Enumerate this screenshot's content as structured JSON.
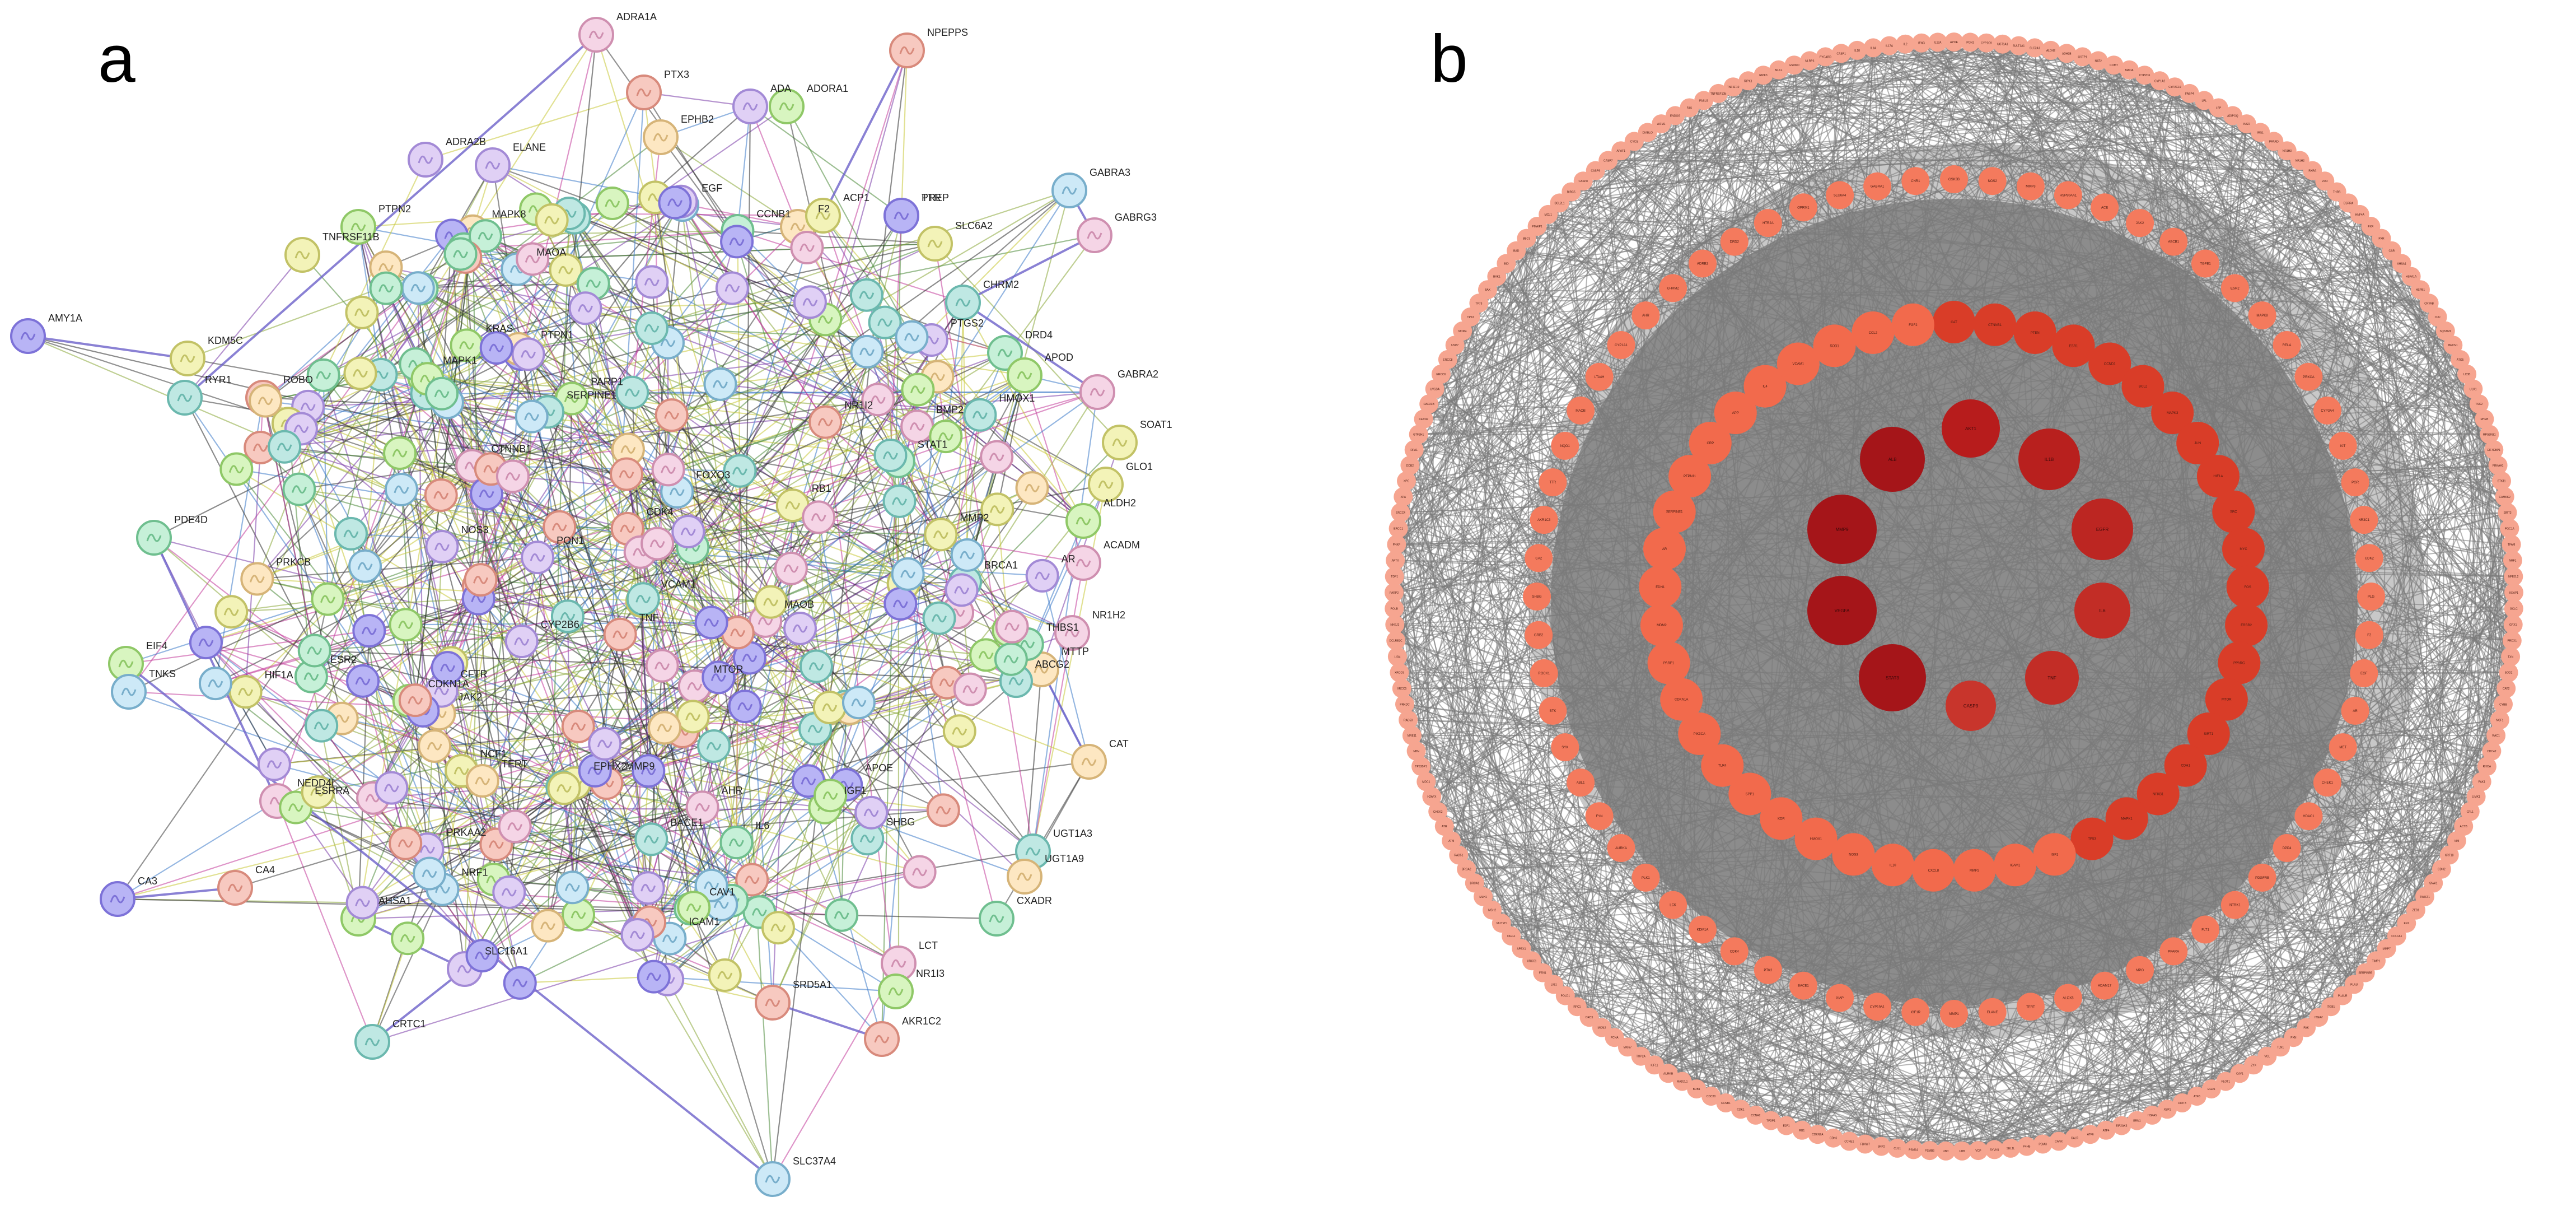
{
  "panels": {
    "a": {
      "label": "a",
      "named_nodes": [
        "AMY1A",
        "ADRA1A",
        "NPEPPS",
        "PTX3",
        "ADA",
        "ADORA1",
        "EPHB2",
        "ADRA2B",
        "ELANE",
        "PTPN2",
        "KDM5C",
        "TNFRSF11B",
        "RYR1",
        "ROBO",
        "F2",
        "PREP",
        "ACP1",
        "TTR",
        "SLC6A2",
        "GABRA3",
        "GABRG3",
        "CHRM2",
        "DRD4",
        "APOD",
        "GABRA2",
        "SOAT1",
        "GLO1",
        "ALDH2",
        "ACADM",
        "NR1H2",
        "MTTP",
        "CAT",
        "UGT1A3",
        "UGT1A9",
        "CXADR",
        "AKR1C2",
        "SLC37A4",
        "SRD5A1",
        "LCT",
        "NR1I3",
        "SLC16A1",
        "CRTC1",
        "CA3",
        "CA4",
        "AHSA1",
        "EIF4",
        "TNKS",
        "PDE4D",
        "NEDD4L",
        "PTPN1",
        "NCF1",
        "STAT1",
        "JAK2",
        "CDKN1A",
        "CTNNB1",
        "HIF1A",
        "MAPK1",
        "MAPK8",
        "PARP1",
        "TERT",
        "CCNB1",
        "FOXO3",
        "MTOR",
        "CAV1",
        "ESR2",
        "HMOX1",
        "PTGS2",
        "TNF",
        "VCAM1",
        "ICAM1",
        "SERPINE1",
        "BACE1",
        "APOE",
        "BMP2",
        "THBS1",
        "MMP2",
        "MMP9",
        "PON1",
        "MAOA",
        "MAOB",
        "SHBG",
        "ABCG2",
        "AR",
        "CFTR",
        "NR1I2",
        "ESRRA",
        "PRKAA2",
        "NRF1",
        "AHR",
        "BRCA1",
        "RB1",
        "IGF1",
        "EGF",
        "IL6",
        "KRAS",
        "PRKCB",
        "CDK4",
        "NOS3",
        "EPHX2",
        "CYP2B6"
      ]
    },
    "b": {
      "label": "b",
      "ring_labels": {
        "core": [
          "AKT1",
          "ALB",
          "IL1B",
          "MMP9",
          "EGFR",
          "VEGFA",
          "IL6",
          "STAT3",
          "TNF",
          "CASP3",
          "PTGS2"
        ],
        "second": [
          "CAT",
          "CTNNB1",
          "PTEN",
          "ESR1",
          "CCND1",
          "BCL2",
          "MAPK3",
          "JUN",
          "HIF1A",
          "SRC",
          "MYC",
          "FOS",
          "ERBB2",
          "PPARG",
          "MTOR",
          "SIRT1",
          "CDH1",
          "NFKB1",
          "MAPK1",
          "TP53",
          "IGF1",
          "ICAM1",
          "MMP2",
          "CXCL8",
          "IL10",
          "NOS3",
          "HMOX1",
          "KDR",
          "SPP1",
          "TLR4",
          "PIK3CA",
          "CDKN1A",
          "PARP1",
          "MDM2",
          "EDN1",
          "AR",
          "SERPINE1",
          "PTPN11",
          "CRP",
          "APP",
          "IL4",
          "VCAM1",
          "SOD1",
          "CCL2",
          "FGF2"
        ],
        "third": [
          "GSK3B",
          "NOS2",
          "MMP3",
          "HSP90AA1",
          "ACE",
          "JAK2",
          "ABCB1",
          "TGFB1",
          "ESR2",
          "MAPK8",
          "RELA",
          "PRKCA",
          "CYP3A4",
          "KIT",
          "PGR",
          "NR3C1",
          "CDK2",
          "PLG",
          "F2",
          "EGF",
          "AR",
          "MET",
          "CHEK1",
          "HDAC1",
          "DPP4",
          "PDGFRB",
          "NTRK1",
          "FLT1",
          "PPARA",
          "MPO",
          "ADAM17",
          "ALOX5",
          "TERT",
          "ELANE",
          "MMP1",
          "IGF1R",
          "CYP19A1",
          "XIAP",
          "BACE1",
          "PTK2",
          "CDK4",
          "KDM1A",
          "LCK",
          "PLK1",
          "AURKA",
          "FYN",
          "ABL1",
          "SYK",
          "BTK",
          "ROCK1",
          "GRB2",
          "SHBG",
          "CA2",
          "AKR1C3",
          "TTR",
          "NQO1",
          "MAOB",
          "LTA4H",
          "CYP1A1",
          "AHR",
          "CHRM2",
          "ADRB2",
          "DRD2",
          "HTR2A",
          "OPRM1",
          "SLC6A4",
          "GABRA1",
          "CNR1"
        ],
        "outer": [
          "APOE",
          "PON1",
          "CYP2C9",
          "UGT1A1",
          "SULT1A1",
          "SLC2A1",
          "ALDH2",
          "ADH1B",
          "GSTP1",
          "NAT2",
          "COMT",
          "MAOA",
          "CYP2D6",
          "CYP1A2",
          "CYP2C19",
          "FABP4",
          "LPL",
          "LEP",
          "ADIPOQ",
          "INSR",
          "IRS1",
          "PPARD",
          "NR1H3",
          "NR1H2",
          "RXRA",
          "VDR",
          "THRB",
          "ESRRA",
          "HNF4A",
          "FXR",
          "PXR",
          "CAR",
          "AHSA1",
          "HSPA1A",
          "HSPB1",
          "CRYAB",
          "CLU",
          "SQSTM1",
          "BECN1",
          "ATG5",
          "LC3B",
          "ULK1",
          "TSC2",
          "RHEB",
          "RPS6KB1",
          "EIF4EBP1",
          "PRKAA1",
          "STK11",
          "CAMKK2",
          "SIRT3",
          "PGC1A",
          "TFAM",
          "NRF1",
          "NFE2L2",
          "KEAP1",
          "GCLC",
          "GPX1",
          "PRDX1",
          "TXN",
          "SOD2",
          "CAT2",
          "CYBB",
          "NCF1",
          "RAC1",
          "CDC42",
          "RHOA",
          "PAK1",
          "LIMK1",
          "CFL1",
          "ACTB",
          "VIM",
          "KRT18",
          "CDH2",
          "SNAI1",
          "TWIST1",
          "ZEB1",
          "FN1",
          "COL1A1",
          "MMP7",
          "TIMP1",
          "SERPINB5",
          "PLAU",
          "PLAUR",
          "ITGB1",
          "ITGAV",
          "FAK",
          "PXN",
          "TLN1",
          "VCL",
          "ZYX",
          "CAV1",
          "FLOT1",
          "EGR1",
          "ATF3",
          "DDIT3",
          "XBP1",
          "HSPA5",
          "ERN1",
          "EIF2AK3",
          "ATF4",
          "ATF6",
          "CALR",
          "CANX",
          "PDIA3",
          "P4HB",
          "SEL1L",
          "SYVN1",
          "VCP",
          "UBB",
          "UBC",
          "PSMB5",
          "PSMA1",
          "CUL1",
          "SKP2",
          "FBXW7",
          "CCNE1",
          "CDK6",
          "CDKN2A",
          "RB1",
          "E2F1",
          "TFDP1",
          "CCNA2",
          "CDK1",
          "CCNB1",
          "CDC20",
          "BUB1",
          "MAD2L1",
          "AURKB",
          "KIF11",
          "TOP2A",
          "MKI67",
          "PCNA",
          "MCM2",
          "ORC1",
          "RFC1",
          "POLD1",
          "LIG1",
          "FEN1",
          "XRCC1",
          "APEX1",
          "OGG1",
          "MUTYH",
          "MSH2",
          "MLH1",
          "BRCA1",
          "BRCA2",
          "RAD51",
          "ATM",
          "ATR",
          "CHEK2",
          "H2AFX",
          "MDC1",
          "TP53BP1",
          "NBN",
          "MRE11",
          "RAD50",
          "PRKDC",
          "XRCC5",
          "XRCC6",
          "LIG4",
          "DCLRE1C",
          "NHEJ1",
          "POLB",
          "PARP2",
          "TDP1",
          "APTX",
          "PNKP",
          "ERCC1",
          "ERCC4",
          "XPA",
          "XPC",
          "DDB2",
          "RPA1",
          "GTF2H1",
          "CETN2",
          "RAD23B",
          "UVSSA",
          "ERCC6",
          "ERCC8",
          "USP7",
          "MDM4",
          "TP63",
          "TP73",
          "BAX",
          "BAK1",
          "BID",
          "BAD",
          "BBC3",
          "PMAIP1",
          "MCL1",
          "BCL2L1",
          "BIRC5",
          "CASP8",
          "CASP9",
          "CASP7",
          "APAF1",
          "CYCS",
          "DIABLO",
          "AIFM1",
          "ENDOG",
          "FAS",
          "FASLG",
          "TNFRSF10B",
          "TNFSF10",
          "RIPK1",
          "RIPK3",
          "MLKL",
          "GSDMD",
          "NLRP3",
          "PYCARD",
          "CASP1",
          "IL18",
          "IL1A",
          "IL17A",
          "IL2",
          "IFNG",
          "IL12A"
        ]
      }
    }
  }
}
